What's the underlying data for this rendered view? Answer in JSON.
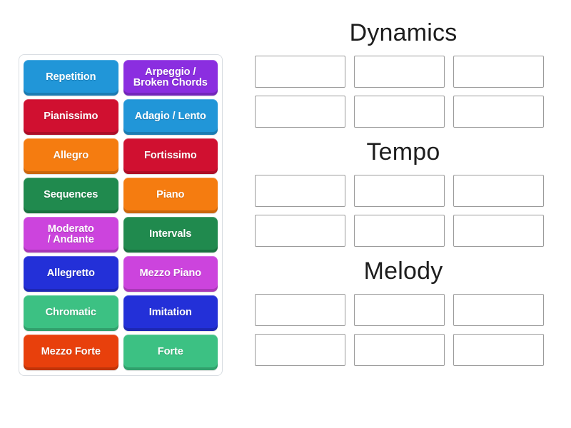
{
  "activity": {
    "type": "group-sort",
    "tile_panel_label": "word-tiles"
  },
  "tiles": [
    {
      "label": "Repetition",
      "color": "#2196d8"
    },
    {
      "label": "Arpeggio /\nBroken Chords",
      "color": "#8b2ee0"
    },
    {
      "label": "Pianissimo",
      "color": "#d01030"
    },
    {
      "label": "Adagio / Lento",
      "color": "#2196d8"
    },
    {
      "label": "Allegro",
      "color": "#f57c10"
    },
    {
      "label": "Fortissimo",
      "color": "#d01030"
    },
    {
      "label": "Sequences",
      "color": "#208a4e"
    },
    {
      "label": "Piano",
      "color": "#f57c10"
    },
    {
      "label": "Moderato\n/ Andante",
      "color": "#cc44dd"
    },
    {
      "label": "Intervals",
      "color": "#208a4e"
    },
    {
      "label": "Allegretto",
      "color": "#2330d8"
    },
    {
      "label": "Mezzo Piano",
      "color": "#cc44dd"
    },
    {
      "label": "Chromatic",
      "color": "#3cc183"
    },
    {
      "label": "Imitation",
      "color": "#2330d8"
    },
    {
      "label": "Mezzo Forte",
      "color": "#e8400c"
    },
    {
      "label": "Forte",
      "color": "#3cc183"
    }
  ],
  "categories": [
    {
      "title": "Dynamics",
      "slots": [
        "",
        "",
        "",
        "",
        "",
        ""
      ]
    },
    {
      "title": "Tempo",
      "slots": [
        "",
        "",
        "",
        "",
        "",
        ""
      ]
    },
    {
      "title": "Melody",
      "slots": [
        "",
        "",
        "",
        "",
        "",
        ""
      ]
    }
  ],
  "colors": {
    "background": "#ffffff",
    "panel_border": "#d9dde2",
    "slot_border": "#9b9b9b",
    "heading_text": "#1d1d1d",
    "tile_text": "#ffffff"
  }
}
